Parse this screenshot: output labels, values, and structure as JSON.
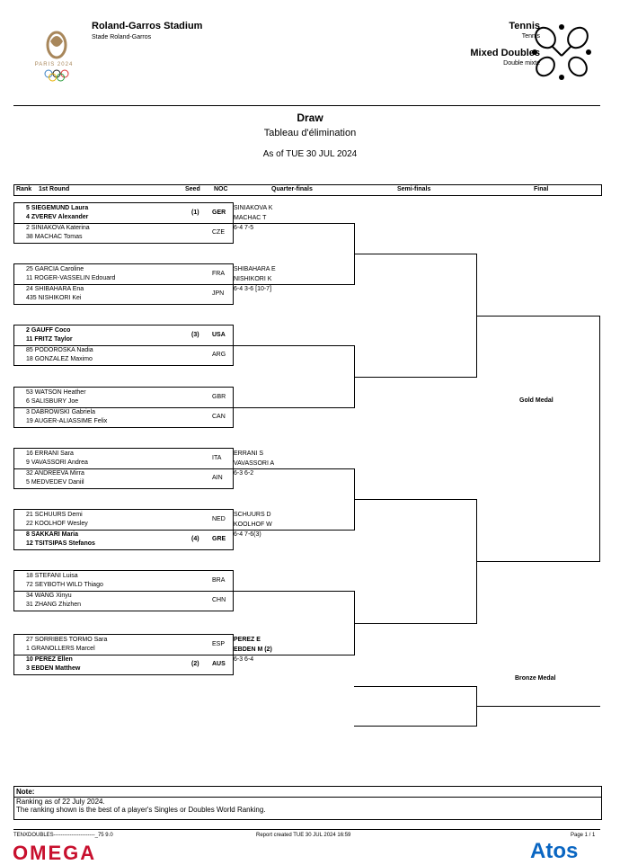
{
  "header": {
    "venue": "Roland-Garros Stadium",
    "venue_sub": "Stade Roland-Garros",
    "sport": "Tennis",
    "sport_sub": "Tennis",
    "event": "Mixed Doubles",
    "event_sub": "Double mixte",
    "logo_text": "PARIS 2024"
  },
  "title": {
    "main": "Draw",
    "sub": "Tableau d'élimination",
    "date": "As of TUE 30 JUL 2024"
  },
  "columns": {
    "rank": "Rank",
    "round1": "1st Round",
    "seed": "Seed",
    "noc": "NOC",
    "qf": "Quarter-finals",
    "sf": "Semi-finals",
    "final": "Final"
  },
  "teams": [
    {
      "p1": "5 SIEGEMUND Laura",
      "p2": "4 ZVEREV Alexander",
      "seed": "(1)",
      "noc": "GER",
      "bold": true
    },
    {
      "p1": "2 SINIAKOVA Katerina",
      "p2": "38 MACHAC Tomas",
      "seed": "",
      "noc": "CZE",
      "bold": false
    },
    {
      "p1": "25 GARCIA Caroline",
      "p2": "11 ROGER-VASSELIN Edouard",
      "seed": "",
      "noc": "FRA",
      "bold": false
    },
    {
      "p1": "24 SHIBAHARA Ena",
      "p2": "435 NISHIKORI Kei",
      "seed": "",
      "noc": "JPN",
      "bold": false
    },
    {
      "p1": "2 GAUFF Coco",
      "p2": "11 FRITZ Taylor",
      "seed": "(3)",
      "noc": "USA",
      "bold": true
    },
    {
      "p1": "85 PODOROSKA Nadia",
      "p2": "18 GONZALEZ Maximo",
      "seed": "",
      "noc": "ARG",
      "bold": false
    },
    {
      "p1": "53 WATSON Heather",
      "p2": "6 SALISBURY Joe",
      "seed": "",
      "noc": "GBR",
      "bold": false
    },
    {
      "p1": "3 DABROWSKI Gabriela",
      "p2": "19 AUGER-ALIASSIME Felix",
      "seed": "",
      "noc": "CAN",
      "bold": false
    },
    {
      "p1": "16 ERRANI Sara",
      "p2": "9 VAVASSORI Andrea",
      "seed": "",
      "noc": "ITA",
      "bold": false
    },
    {
      "p1": "32 ANDREEVA Mirra",
      "p2": "5 MEDVEDEV Daniil",
      "seed": "",
      "noc": "AIN",
      "bold": false
    },
    {
      "p1": "21 SCHUURS Demi",
      "p2": "22 KOOLHOF Wesley",
      "seed": "",
      "noc": "NED",
      "bold": false
    },
    {
      "p1": "8 SAKKARI Maria",
      "p2": "12 TSITSIPAS Stefanos",
      "seed": "(4)",
      "noc": "GRE",
      "bold": true
    },
    {
      "p1": "18 STEFANI Luisa",
      "p2": "72 SEYBOTH WILD Thiago",
      "seed": "",
      "noc": "BRA",
      "bold": false
    },
    {
      "p1": "34 WANG Xinyu",
      "p2": "31 ZHANG Zhizhen",
      "seed": "",
      "noc": "CHN",
      "bold": false
    },
    {
      "p1": "27 SORRIBES TORMO Sara",
      "p2": "1 GRANOLLERS Marcel",
      "seed": "",
      "noc": "ESP",
      "bold": false
    },
    {
      "p1": "10 PEREZ Ellen",
      "p2": "3 EBDEN Matthew",
      "seed": "(2)",
      "noc": "AUS",
      "bold": true
    }
  ],
  "qf_winners": [
    {
      "p1": "SINIAKOVA K",
      "p2": "MACHAC T",
      "score": "6-4 7-5",
      "bold": false
    },
    {
      "p1": "SHIBAHARA E",
      "p2": "NISHIKORI K",
      "score": "6-4 3-6 [10-7]",
      "bold": false
    },
    {
      "p1": "ERRANI S",
      "p2": "VAVASSORI A",
      "score": "6-3 6-2",
      "bold": false
    },
    {
      "p1": "SCHUURS D",
      "p2": "KOOLHOF W",
      "score": "6-4 7-6(3)",
      "bold": false
    },
    {
      "p1": "PEREZ E",
      "p2": "EBDEN M (2)",
      "score": "6-3 6-4",
      "bold": true
    }
  ],
  "medals": {
    "gold": "Gold Medal",
    "bronze": "Bronze Medal"
  },
  "note": {
    "title": "Note:",
    "line1": "Ranking as of 22 July 2024.",
    "line2": "The ranking shown is the best of a player's Singles or Doubles World Ranking."
  },
  "footer": {
    "code": "TENXDOUBLES-----------------------_75 9.0",
    "created": "Report created TUE 30 JUL 2024 16:59",
    "page": "Page 1 / 1",
    "omega": "OMEGA",
    "atos": "Atos"
  },
  "colors": {
    "logo_gold": "#a8875b",
    "omega_red": "#c8102e",
    "atos_blue": "#0a66c2"
  }
}
